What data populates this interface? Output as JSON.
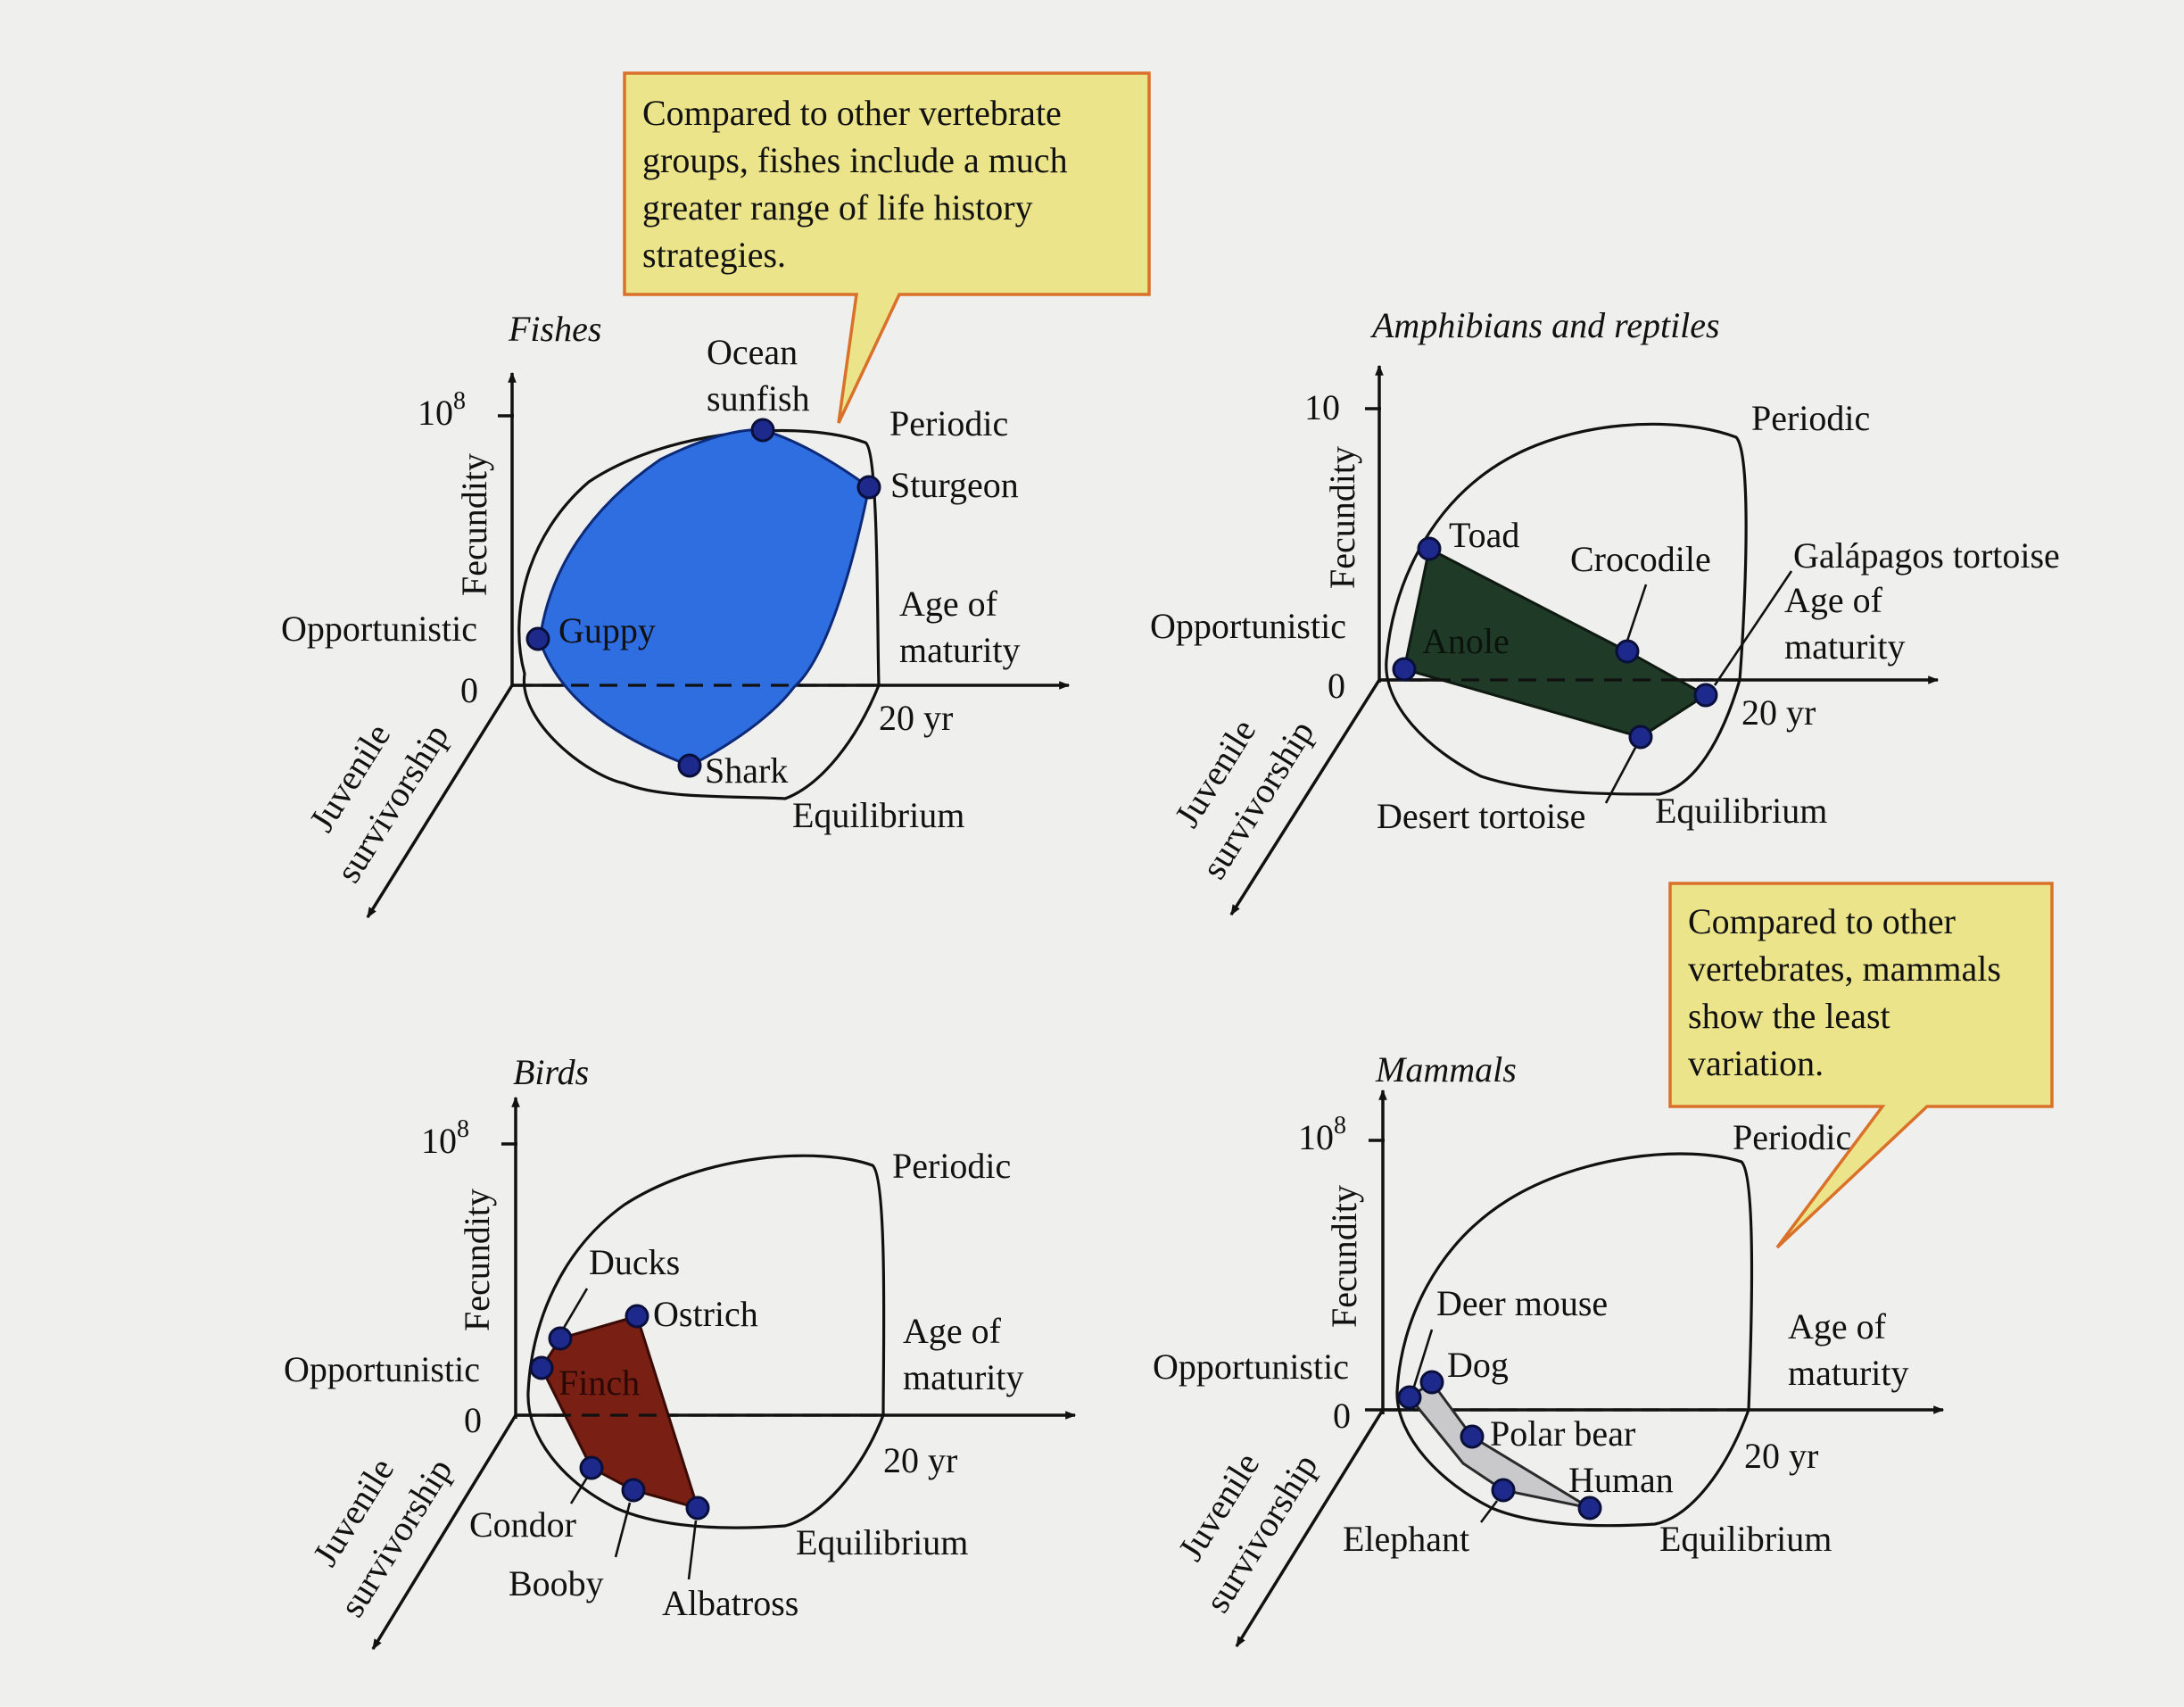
{
  "panels": {
    "fishes": {
      "title": "Fishes",
      "fecundity_max": "10",
      "fecundity_max_exp": "8",
      "zero": "0",
      "y_label": "Fecundity",
      "x_label_1": "Age of",
      "x_label_2": "maturity",
      "x_max": "20 yr",
      "z_label_1": "Juvenile",
      "z_label_2": "survivorship",
      "opportunistic": "Opportunistic",
      "periodic": "Periodic",
      "equilibrium": "Equilibrium",
      "fill_color": "#2f6ee0",
      "species": {
        "ocean_sunfish_1": "Ocean",
        "ocean_sunfish_2": "sunfish",
        "sturgeon": "Sturgeon",
        "guppy": "Guppy",
        "shark": "Shark"
      }
    },
    "amphibians": {
      "title": "Amphibians and reptiles",
      "fecundity_max": "10",
      "zero": "0",
      "y_label": "Fecundity",
      "x_label_1": "Age of",
      "x_label_2": "maturity",
      "x_max": "20 yr",
      "z_label_1": "Juvenile",
      "z_label_2": "survivorship",
      "opportunistic": "Opportunistic",
      "periodic": "Periodic",
      "equilibrium": "Equilibrium",
      "fill_color": "#1f3a26",
      "species": {
        "toad": "Toad",
        "anole": "Anole",
        "crocodile": "Crocodile",
        "galapagos": "Galápagos tortoise",
        "desert_tortoise": "Desert tortoise"
      }
    },
    "birds": {
      "title": "Birds",
      "fecundity_max": "10",
      "fecundity_max_exp": "8",
      "zero": "0",
      "y_label": "Fecundity",
      "x_label_1": "Age of",
      "x_label_2": "maturity",
      "x_max": "20 yr",
      "z_label_1": "Juvenile",
      "z_label_2": "survivorship",
      "opportunistic": "Opportunistic",
      "periodic": "Periodic",
      "equilibrium": "Equilibrium",
      "fill_color": "#7a1f14",
      "species": {
        "ducks": "Ducks",
        "ostrich": "Ostrich",
        "finch": "Finch",
        "condor": "Condor",
        "booby": "Booby",
        "albatross": "Albatross"
      }
    },
    "mammals": {
      "title": "Mammals",
      "fecundity_max": "10",
      "fecundity_max_exp": "8",
      "zero": "0",
      "y_label": "Fecundity",
      "x_label_1": "Age of",
      "x_label_2": "maturity",
      "x_max": "20 yr",
      "z_label_1": "Juvenile",
      "z_label_2": "survivorship",
      "opportunistic": "Opportunistic",
      "periodic": "Periodic",
      "equilibrium": "Equilibrium",
      "fill_color": "#c9c9cc",
      "species": {
        "deer_mouse": "Deer mouse",
        "dog": "Dog",
        "polar_bear": "Polar bear",
        "human": "Human",
        "elephant": "Elephant"
      }
    }
  },
  "callouts": {
    "fishes": {
      "lines": [
        "Compared to other vertebrate",
        "groups, fishes include a much",
        "greater range of life history",
        "strategies."
      ],
      "bg": "#ece48a",
      "border": "#d9712a"
    },
    "mammals": {
      "lines": [
        "Compared to other",
        "vertebrates, mammals",
        "show the least",
        "variation."
      ],
      "bg": "#ece48a",
      "border": "#d9712a"
    }
  }
}
